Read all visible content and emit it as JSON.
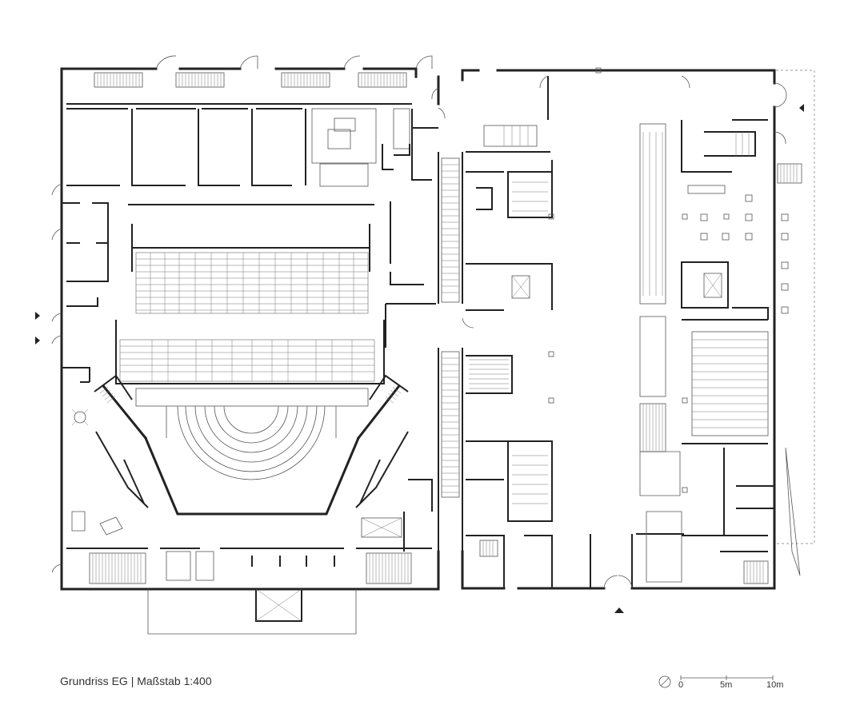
{
  "caption": {
    "title": "Grundriss EG",
    "separator": "|",
    "scale": "Maßstab 1:400"
  },
  "scale_bar": {
    "labels": [
      "0",
      "5m",
      "10m"
    ]
  },
  "north_arrow": {
    "icon": "north-arrow-icon"
  },
  "entrance_markers": {
    "icon": "entrance-triangle-icon",
    "count": 4
  }
}
